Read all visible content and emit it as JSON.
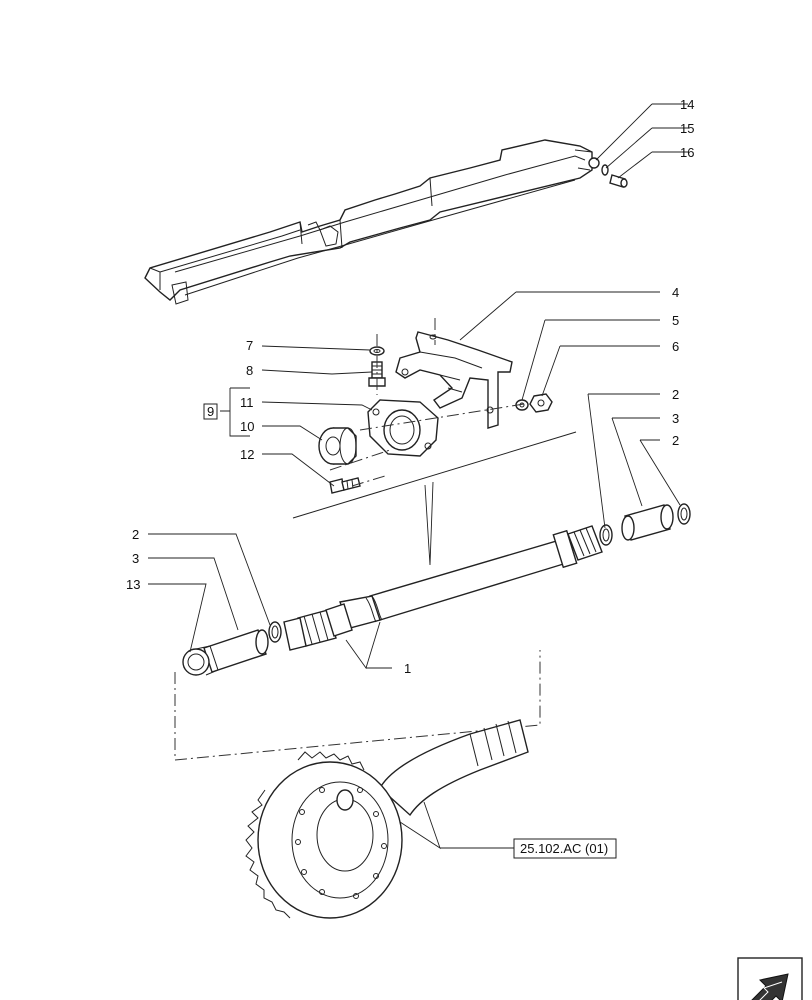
{
  "labels": {
    "p14": "14",
    "p15": "15",
    "p16": "16",
    "p4": "4",
    "p5": "5",
    "p6": "6",
    "p7": "7",
    "p8": "8",
    "p9": "9",
    "p11": "11",
    "p10": "10",
    "p12": "12",
    "p2_right_a": "2",
    "p3_right": "3",
    "p2_right_b": "2",
    "p2_left": "2",
    "p3_left": "3",
    "p13": "13",
    "p1": "1"
  },
  "reference": "25.102.AC (01)"
}
